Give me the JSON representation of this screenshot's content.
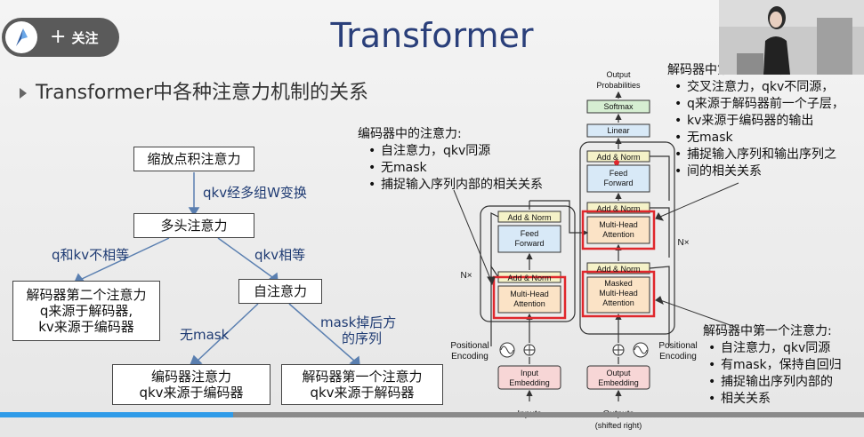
{
  "overlay": {
    "follow_label": "关注",
    "plus": "+"
  },
  "slide": {
    "title": "Transformer",
    "bullet": "Transformer中各种注意力机制的关系",
    "tree": {
      "root": "缩放点积注意力",
      "edge_root": "qkv经多组W变换",
      "multi": "多头注意力",
      "edge_left": "q和kv不相等",
      "edge_right": "qkv相等",
      "dec2": [
        "解码器第二个注意力",
        "q来源于解码器,",
        "kv来源于编码器"
      ],
      "self": "自注意力",
      "edge_nomask": "无mask",
      "edge_mask": [
        "mask掉后方",
        "的序列"
      ],
      "enc_attn": [
        "编码器注意力",
        "qkv来源于编码器"
      ],
      "dec1": [
        "解码器第一个注意力",
        "qkv来源于解码器"
      ]
    },
    "notes": {
      "encoder": {
        "title": "编码器中的注意力:",
        "items": [
          "自注意力，qkv同源",
          "无mask",
          "捕捉输入序列内部的相关关系"
        ]
      },
      "decoder_cross": {
        "title": "解码器中第二个注意力:",
        "items": [
          "交叉注意力，qkv不同源，",
          "q来源于解码器前一个子层，",
          "kv来源于编码器的输出",
          "无mask",
          "捕捉输入序列和输出序列之",
          "间的相关关系"
        ]
      },
      "decoder_first": {
        "title": "解码器中第一个注意力:",
        "items": [
          "自注意力，qkv同源",
          "有mask，保持自回归",
          "捕捉输出序列内部的",
          "相关关系"
        ]
      }
    },
    "arch": {
      "output_probs": [
        "Output",
        "Probabilities"
      ],
      "softmax": "Softmax",
      "linear": "Linear",
      "add_norm": "Add & Norm",
      "feed_forward": [
        "Feed",
        "Forward"
      ],
      "mha": [
        "Multi-Head",
        "Attention"
      ],
      "masked_mha": [
        "Masked",
        "Multi-Head",
        "Attention"
      ],
      "nx": "N×",
      "positional": [
        "Positional",
        "Encoding"
      ],
      "input_embedding": [
        "Input",
        "Embedding"
      ],
      "output_embedding": [
        "Output",
        "Embedding"
      ],
      "inputs": "Inputs",
      "outputs": [
        "Outputs",
        "(shifted right)"
      ]
    }
  },
  "player": {
    "progress": 0.27
  },
  "colors": {
    "title": "#2a3f7a",
    "attention_fill": "#fbe3c6",
    "ff_fill": "#d8e9f7",
    "norm_fill": "#f5f2c8",
    "embed_fill": "#f7d6d6",
    "highlight": "#e0272c",
    "progress": "#2f9be8"
  }
}
